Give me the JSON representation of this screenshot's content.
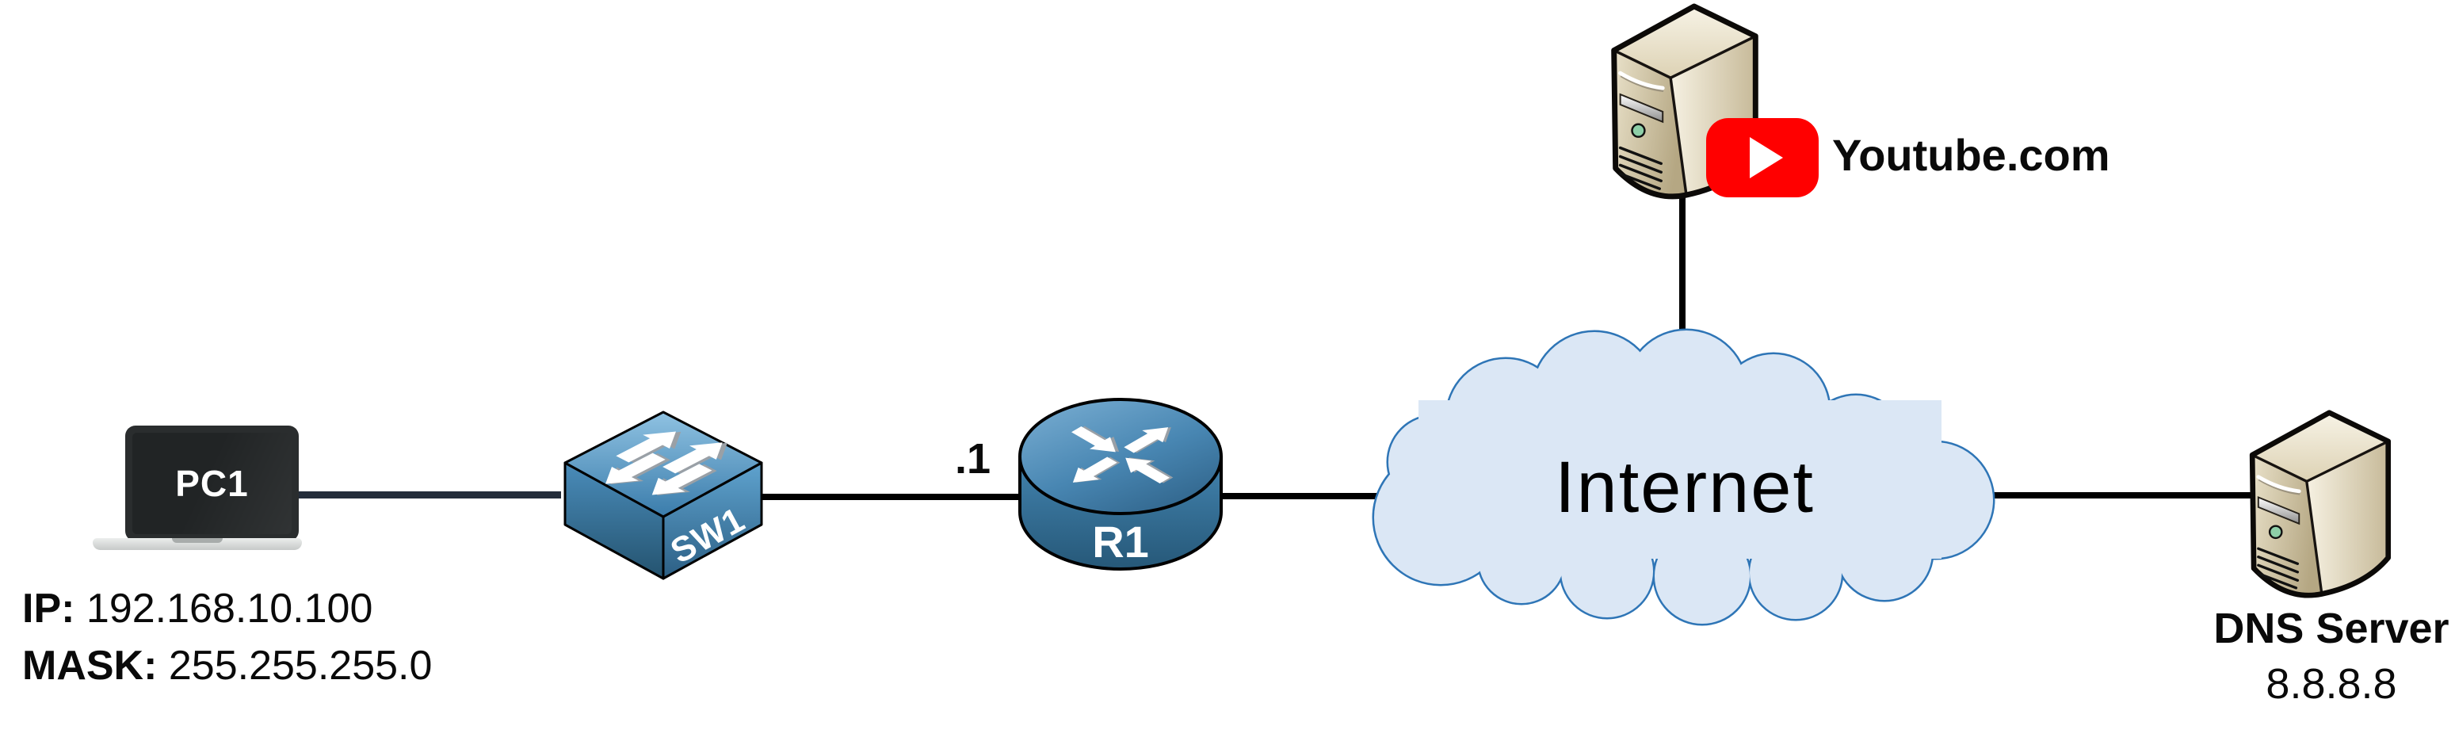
{
  "diagram": {
    "type": "network-topology",
    "nodes": {
      "pc": {
        "label": "PC1",
        "ip_label": "IP:",
        "ip_value": "192.168.10.100",
        "mask_label": "MASK:",
        "mask_value": "255.255.255.0"
      },
      "switch": {
        "label": "SW1"
      },
      "router": {
        "label": "R1",
        "port_label": ".1"
      },
      "cloud": {
        "label": "Internet"
      },
      "youtube": {
        "label": "Youtube.com"
      },
      "dns": {
        "label": "DNS Server",
        "ip": "8.8.8.8"
      }
    },
    "links": [
      "pc-switch",
      "switch-router",
      "router-cloud",
      "cloud-dns",
      "youtube-cloud"
    ],
    "icons": {
      "laptop": "laptop-icon",
      "switch": "switch-icon",
      "router": "router-icon",
      "server": "server-tower-icon",
      "cloud": "cloud-icon",
      "youtube": "youtube-play-icon"
    },
    "colors": {
      "link_default": "#000000",
      "link_pc_switch": "#242d3a",
      "cloud_fill": "#dbe7f5",
      "cloud_stroke": "#2e75b6",
      "device_blue": "#4586b3",
      "server_tan": "#d9cdaf",
      "youtube_red": "#ff0000",
      "text": "#0a0a0a"
    }
  }
}
